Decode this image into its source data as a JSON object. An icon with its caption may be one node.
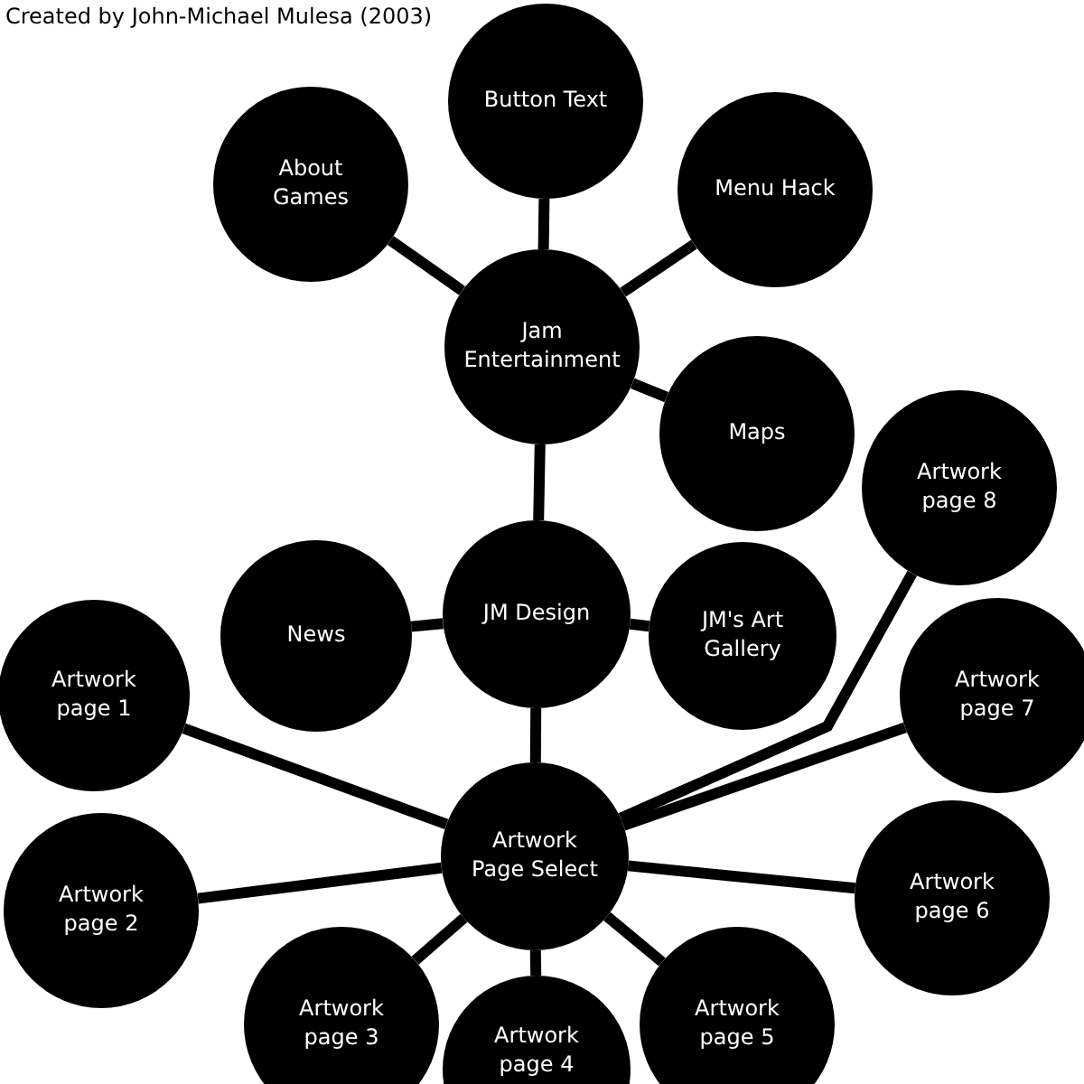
{
  "diagram": {
    "nodes": [
      {
        "text": [
          "About Games"
        ]
      },
      {
        "text": [
          "Button Text"
        ]
      },
      {
        "text": [
          "Menu Hack"
        ]
      },
      {
        "text": [
          "Jam Entertainment"
        ]
      },
      {
        "text": [
          "Maps"
        ]
      },
      {
        "text": [
          "Artwork page 8"
        ]
      },
      {
        "text": [
          "News"
        ]
      },
      {
        "text": [
          "JM Design"
        ]
      },
      {
        "text": [
          "JM's Art Gallery"
        ]
      },
      {
        "text": [
          "Artwork page 1"
        ]
      },
      {
        "text": [
          "Artwork page 7"
        ]
      },
      {
        "text": [
          "Artwork Page Select"
        ]
      },
      {
        "text": [
          "Artwork page 2"
        ]
      },
      {
        "text": [
          "Artwork page 6"
        ]
      },
      {
        "text": [
          "Artwork page 3"
        ]
      },
      {
        "text": [
          "Artwork page 4"
        ]
      },
      {
        "text": [
          "Artwork page 5"
        ]
      }
    ],
    "edges": [
      {
        "from": 3,
        "to": 0,
        "arrow": "none"
      },
      {
        "from": 3,
        "to": 1,
        "arrow": "none"
      },
      {
        "from": 3,
        "to": 2,
        "arrow": "none"
      },
      {
        "from": 3,
        "to": 4,
        "arrow": "none"
      },
      {
        "from": 3,
        "to": 7,
        "arrow": "none"
      },
      {
        "from": 7,
        "to": 6,
        "arrow": "none"
      },
      {
        "from": 7,
        "to": 8,
        "arrow": "none"
      },
      {
        "from": 7,
        "to": 11,
        "arrow": "none"
      },
      {
        "from": 11,
        "to": 9,
        "arrow": "none"
      },
      {
        "from": 11,
        "to": 12,
        "arrow": "none"
      },
      {
        "from": 11,
        "to": 14,
        "arrow": "none"
      },
      {
        "from": 11,
        "to": 15,
        "arrow": "none"
      },
      {
        "from": 11,
        "to": 16,
        "arrow": "none"
      },
      {
        "from": 11,
        "to": 13,
        "arrow": "none"
      },
      {
        "from": 11,
        "to": 10,
        "arrow": "none"
      },
      {
        "from": 11,
        "to": 5,
        "arrow": "none"
      }
    ],
    "labels": [
      "Created by John-Michael Mulesa (2003)"
    ]
  }
}
